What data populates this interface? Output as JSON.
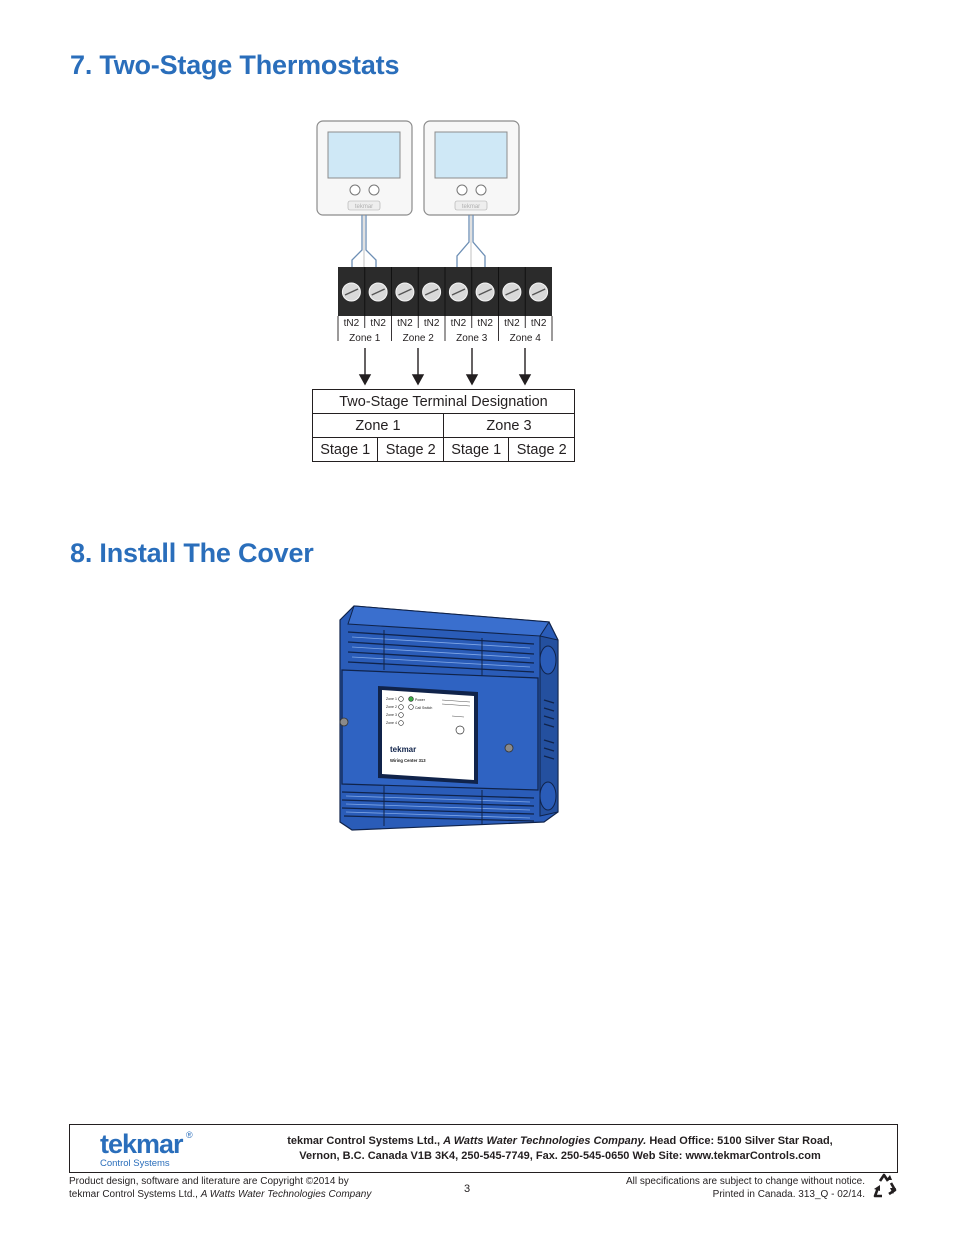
{
  "section7": {
    "title": "7. Two-Stage Thermostats"
  },
  "section8": {
    "title": "8. Install The Cover"
  },
  "terminals": {
    "labels": [
      "tN2",
      "tN2",
      "tN2",
      "tN2",
      "tN2",
      "tN2",
      "tN2",
      "tN2"
    ],
    "zones": [
      "Zone 1",
      "Zone 2",
      "Zone 3",
      "Zone 4"
    ]
  },
  "thermostat_brand": "tekmar",
  "designation_table": {
    "header": "Two-Stage Terminal Designation",
    "zones": [
      "Zone 1",
      "Zone 3"
    ],
    "stages": [
      "Stage 1",
      "Stage 2",
      "Stage 1",
      "Stage 2"
    ]
  },
  "device": {
    "brand": "tekmar",
    "model": "Wiring Center 313",
    "zones": [
      "Zone 1",
      "Zone 2",
      "Zone 3",
      "Zone 4"
    ],
    "indicators": [
      "Power",
      "Call Switch"
    ]
  },
  "footer": {
    "logo_text": "tekmar",
    "logo_sub": "Control Systems",
    "logo_reg": "®",
    "company_name": "tekmar Control Systems Ltd.,",
    "company_tagline": "A Watts Water Technologies Company.",
    "company_line1_rest": "Head Office: 5100 Silver Star Road,",
    "company_line2": "Vernon, B.C. Canada V1B 3K4, 250-545-7749, Fax. 250-545-0650 Web Site: www.tekmarControls.com",
    "copyright_line1": "Product design, software and literature are Copyright ©2014 by",
    "copyright_line2_prefix": "tekmar Control Systems Ltd.,",
    "copyright_line2_italic": "A Watts Water Technologies Company",
    "page_number": "3",
    "spec_line1": "All specifications are subject to change without notice.",
    "spec_line2": "Printed in Canada. 313_Q - 02/14."
  },
  "colors": {
    "heading": "#2a6ebb",
    "device_blue": "#2a5cb8",
    "screen": "#cfe8f6"
  }
}
